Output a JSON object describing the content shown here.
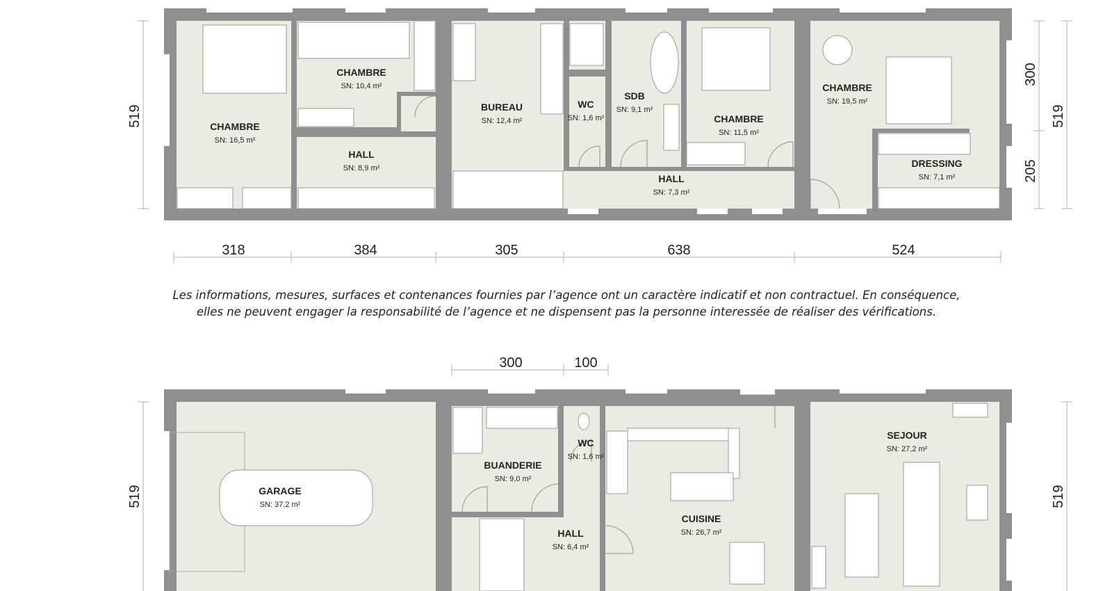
{
  "upper_floor": {
    "rooms": [
      {
        "id": "chambre-1",
        "name": "CHAMBRE",
        "area": "SN: 16,5 m²"
      },
      {
        "id": "chambre-2",
        "name": "CHAMBRE",
        "area": "SN: 10,4 m²"
      },
      {
        "id": "hall-1",
        "name": "HALL",
        "area": "SN: 8,9 m²"
      },
      {
        "id": "bureau",
        "name": "BUREAU",
        "area": "SN: 12,4 m²"
      },
      {
        "id": "wc",
        "name": "WC",
        "area": "SN: 1,6 m²"
      },
      {
        "id": "sdb",
        "name": "SDB",
        "area": "SN: 9,1 m²"
      },
      {
        "id": "chambre-3",
        "name": "CHAMBRE",
        "area": "SN: 11,5 m²"
      },
      {
        "id": "hall-2",
        "name": "HALL",
        "area": "SN: 7,3 m²"
      },
      {
        "id": "chambre-4",
        "name": "CHAMBRE",
        "area": "SN: 19,5 m²"
      },
      {
        "id": "dressing",
        "name": "DRESSING",
        "area": "SN: 7,1 m²"
      }
    ],
    "dimensions_bottom": [
      "318",
      "384",
      "305",
      "638",
      "524"
    ],
    "dim_left": "519",
    "dims_right_inner": [
      "300",
      "205"
    ],
    "dim_right": "519"
  },
  "disclaimer": {
    "line1": "Les informations, mesures, surfaces et contenances fournies par l’agence ont un caractère indicatif et non contractuel. En conséquence,",
    "line2": "elles ne peuvent engager la responsabilité de l’agence et ne dispensent pas la personne interessée de réaliser des vérifications."
  },
  "ground_floor": {
    "rooms": [
      {
        "id": "garage",
        "name": "GARAGE",
        "area": "SN: 37,2 m²"
      },
      {
        "id": "buanderie",
        "name": "BUANDERIE",
        "area": "SN: 9,0 m²"
      },
      {
        "id": "wc",
        "name": "WC",
        "area": "SN: 1,6 m²"
      },
      {
        "id": "hall",
        "name": "HALL",
        "area": "SN: 6,4 m²"
      },
      {
        "id": "cuisine",
        "name": "CUISINE",
        "area": "SN: 26,7 m²"
      },
      {
        "id": "sejour",
        "name": "SEJOUR",
        "area": "SN: 27,2 m²"
      }
    ],
    "dimensions_top": [
      "300",
      "100"
    ],
    "dim_left": "519",
    "dim_right": "519"
  },
  "colors": {
    "wall": "#8f8f8f",
    "floor": "#ecebe3",
    "text": "#222222"
  }
}
